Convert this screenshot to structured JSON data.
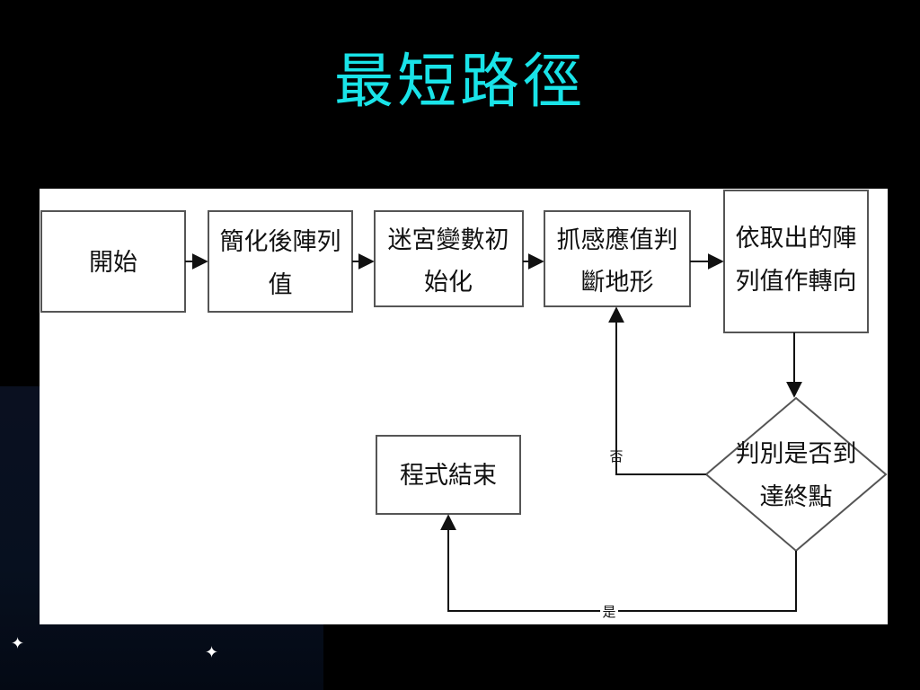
{
  "title": "最短路徑",
  "flowchart": {
    "nodes": {
      "start": [
        "開始"
      ],
      "simplify": [
        "簡化後陣列",
        "值"
      ],
      "init_maze": [
        "迷宮變數初",
        "始化"
      ],
      "grab_value": [
        "抓感應值判",
        "斷地形"
      ],
      "turn": [
        "依取出的陣",
        "列值作轉向"
      ],
      "check_end": [
        "判別是否到",
        "達終點"
      ],
      "finish": [
        "程式結束"
      ]
    },
    "edge_labels": {
      "no": "否",
      "yes": "是"
    }
  },
  "colors": {
    "title": "#19e3e8",
    "background": "#000000",
    "panel": "#ffffff",
    "stroke": "#111111"
  }
}
